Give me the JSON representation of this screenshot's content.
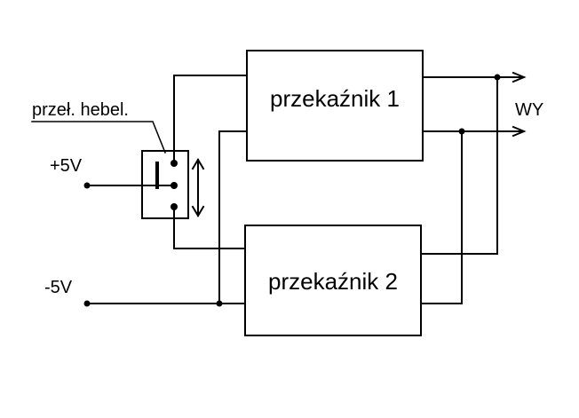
{
  "diagram": {
    "switch_label": "przeł. hebel.",
    "relay1_label": "przekaźnik 1",
    "relay2_label": "przekaźnik 2",
    "plus_supply_label": "+5V",
    "minus_supply_label": "-5V",
    "output_label": "WY"
  }
}
